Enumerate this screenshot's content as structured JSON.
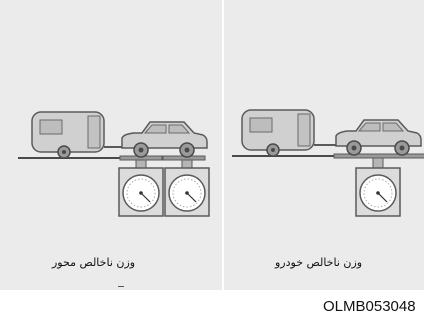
{
  "panels": [
    {
      "caption": "وزن ناخالص محور",
      "scales": 2
    },
    {
      "caption": "وزن ناخالص خودرو",
      "scales": 1
    }
  ],
  "code": "OLMB053048",
  "colors": {
    "panel_bg": "#ebebeb",
    "trailer_body": "#d0d0d0",
    "outline": "#5a5a5a",
    "ground": "#4a4a4a"
  }
}
